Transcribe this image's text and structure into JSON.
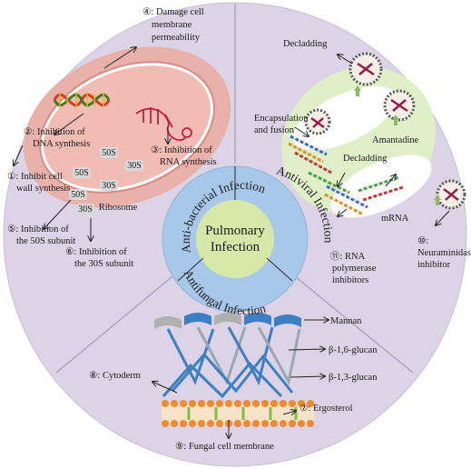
{
  "center": {
    "line1": "Pulmonary",
    "line2": "Infection"
  },
  "ring": {
    "antibacterial": "Anti-bacterial Infection",
    "antiviral": "Antiviral Infection",
    "antifungal": "Antifungal Infection"
  },
  "bacterial": {
    "l1": [
      "①: Inhibit cell",
      "wall synthesis"
    ],
    "l2": [
      "②: Inhibition of",
      "DNA synthesis"
    ],
    "l3": [
      "③: Inhibition of",
      "RNA synthesis"
    ],
    "l4": [
      "④: Damage cell",
      "membrane",
      "permeability"
    ],
    "l5": [
      "⑤: Inhibition of",
      "the 50S subunit"
    ],
    "l6": [
      "⑥: Inhibition of",
      "the 30S subunit"
    ],
    "ribosome": "Ribosome",
    "subunits": [
      "50S",
      "30S",
      "50S",
      "30S",
      "50S",
      "30S"
    ]
  },
  "viral": {
    "decladding_top": "Decladding",
    "decladding_mid": "Decladding",
    "amantadine": "Amantadine",
    "encapsulation": [
      "Encapsulation",
      "and fusion"
    ],
    "mrna": "mRNA",
    "l10": [
      "⑩:",
      "Neuraminidase",
      "inhibitor"
    ],
    "l11": [
      "⑪: RNA",
      "polymerase",
      "inhibitors"
    ]
  },
  "fungal": {
    "mannan": "Mannan",
    "b16": "β-1,6-glucan",
    "b13": "β-1,3-glucan",
    "l7": "⑦: Ergosterol",
    "l8": "⑧: Cytoderm",
    "l9": "⑨: Fungal cell membrane"
  },
  "colors": {
    "outer": "#dcd3e6",
    "ring": "#a7c8e8",
    "center": "#d6e8a8",
    "bacteria": "#e8b2aa",
    "viralZone": "#dff0c8",
    "wall": "#3d7fc3",
    "lipidHead": "#f08a30",
    "sterol": "#7cc043"
  }
}
